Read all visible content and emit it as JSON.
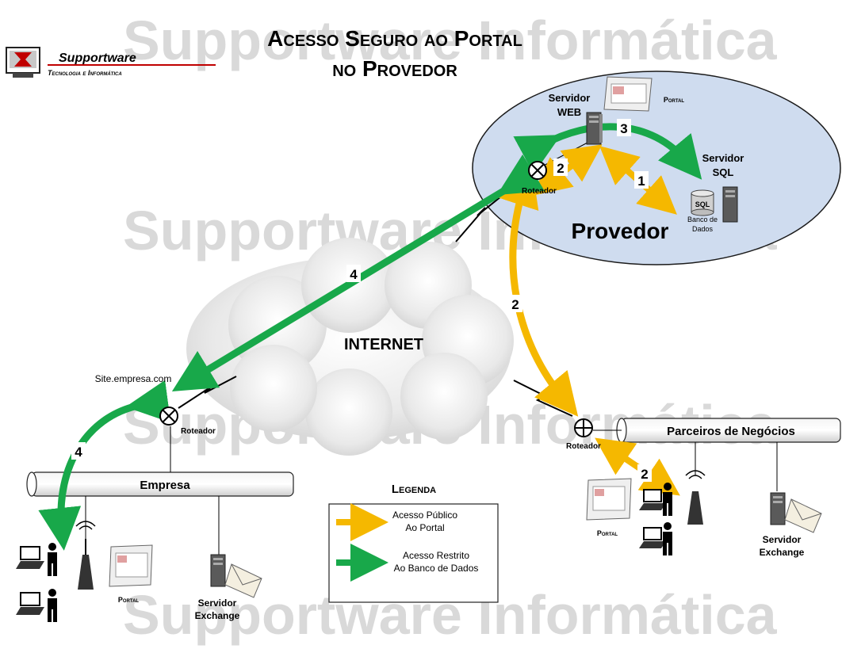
{
  "watermark": [
    "Supportware Informática",
    "Supportware Informática",
    "Supportware Informática",
    "Supportware Informática"
  ],
  "title": {
    "line1": "Acesso Seguro ao Portal",
    "line2": "no Provedor"
  },
  "logo": {
    "name": "Supportware",
    "tagline": "Tecnologia e Informática"
  },
  "provider": {
    "label": "Provedor",
    "web_server": [
      "Servidor",
      "WEB"
    ],
    "portal_label": "Portal",
    "sql_server": [
      "Servidor",
      "SQL"
    ],
    "sql_badge": "SQL",
    "database": [
      "Banco de",
      "Dados"
    ],
    "router_label": "Roteador"
  },
  "internet": {
    "label": "INTERNET"
  },
  "company": {
    "site": "Site.empresa.com",
    "router_label": "Roteador",
    "bus_label": "Empresa",
    "portal_label": "Portal",
    "exchange": [
      "Servidor",
      "Exchange"
    ]
  },
  "partners": {
    "router_label": "Roteador",
    "bus_label": "Parceiros de Negócios",
    "portal_label": "Portal",
    "exchange": [
      "Servidor",
      "Exchange"
    ]
  },
  "step_numbers": {
    "web_sql": "3",
    "router_web": "2",
    "web_db": "1",
    "internet_green": "4",
    "internet_yellow": "2",
    "company": "4",
    "partners": "2"
  },
  "legend": {
    "title": "Legenda",
    "public": [
      "Acesso Público",
      "Ao Portal"
    ],
    "restricted": [
      "Acesso Restrito",
      "Ao Banco de Dados"
    ]
  },
  "colors": {
    "public_access": "#f5b800",
    "restricted_access": "#18a84a",
    "provider_bg": "#cfdcef"
  }
}
